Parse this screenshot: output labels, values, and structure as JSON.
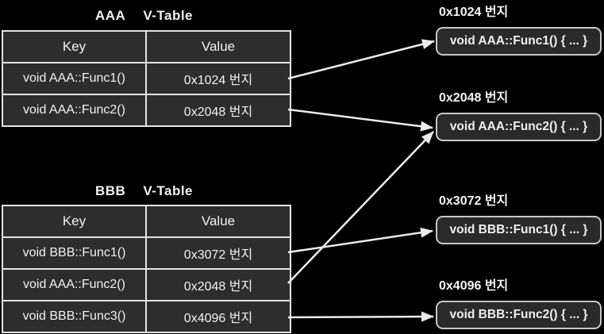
{
  "diagram": {
    "tables": [
      {
        "id": "aaa-vtable",
        "title": {
          "class_name": "AAA",
          "label": "V-Table"
        },
        "headers": {
          "key": "Key",
          "value": "Value"
        },
        "rows": [
          {
            "key": "void AAA::Func1()",
            "value": "0x1024 번지"
          },
          {
            "key": "void AAA::Func2()",
            "value": "0x2048 번지"
          }
        ]
      },
      {
        "id": "bbb-vtable",
        "title": {
          "class_name": "BBB",
          "label": "V-Table"
        },
        "headers": {
          "key": "Key",
          "value": "Value"
        },
        "rows": [
          {
            "key": "void BBB::Func1()",
            "value": "0x3072 번지"
          },
          {
            "key": "void AAA::Func2()",
            "value": "0x2048 번지"
          },
          {
            "key": "void BBB::Func3()",
            "value": "0x4096 번지"
          }
        ]
      }
    ],
    "memory_blocks": [
      {
        "address": "0x1024 번지",
        "code": "void AAA::Func1() { ... }"
      },
      {
        "address": "0x2048 번지",
        "code": "void AAA::Func2() { ... }"
      },
      {
        "address": "0x3072 번지",
        "code": "void BBB::Func1() { ... }"
      },
      {
        "address": "0x4096 번지",
        "code": "void BBB::Func2() { ... }"
      }
    ],
    "arrows": [
      {
        "from": "aaa-vtable-row-0x1024",
        "to": "memory-0x1024"
      },
      {
        "from": "aaa-vtable-row-0x2048",
        "to": "memory-0x2048"
      },
      {
        "from": "bbb-vtable-row-0x3072",
        "to": "memory-0x3072"
      },
      {
        "from": "bbb-vtable-row-0x2048",
        "to": "memory-0x2048"
      },
      {
        "from": "bbb-vtable-row-0x4096",
        "to": "memory-0x4096"
      }
    ]
  },
  "colors": {
    "background": "#000000",
    "cell_fill": "#2d2d2d",
    "cell_border": "#e4e4e4",
    "text": "#f1f1f1",
    "box_fill": "#2a2a2a",
    "box_border": "#c8c8c8",
    "arrow": "#ececec"
  }
}
